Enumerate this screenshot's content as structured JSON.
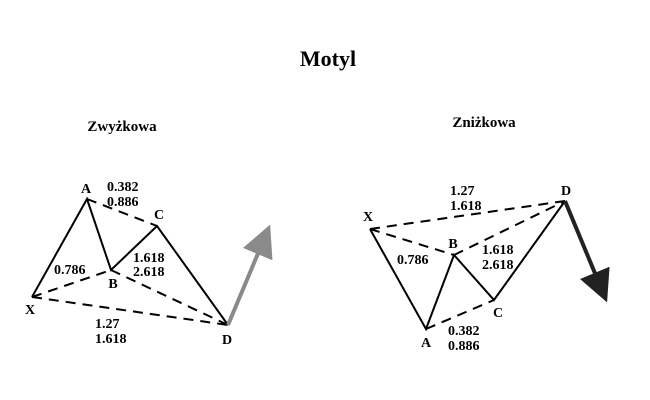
{
  "title": "Motyl",
  "bullish": {
    "title": "Zwyżkowa",
    "points": {
      "x": "X",
      "a": "A",
      "b": "B",
      "c": "C",
      "d": "D"
    },
    "ratios": {
      "ac_1": "0.382",
      "ac_2": "0.886",
      "xb": "0.786",
      "bd_1": "1.618",
      "bd_2": "2.618",
      "xd_1": "1.27",
      "xd_2": "1.618"
    }
  },
  "bearish": {
    "title": "Zniżkowa",
    "points": {
      "x": "X",
      "a": "A",
      "b": "B",
      "c": "C",
      "d": "D"
    },
    "ratios": {
      "xd_1": "1.27",
      "xd_2": "1.618",
      "xb": "0.786",
      "bd_1": "1.618",
      "bd_2": "2.618",
      "ac_1": "0.382",
      "ac_2": "0.886"
    }
  },
  "colors": {
    "line": "#000000",
    "bullish_arrow": "#8a8a8a",
    "bearish_arrow": "#222222"
  }
}
